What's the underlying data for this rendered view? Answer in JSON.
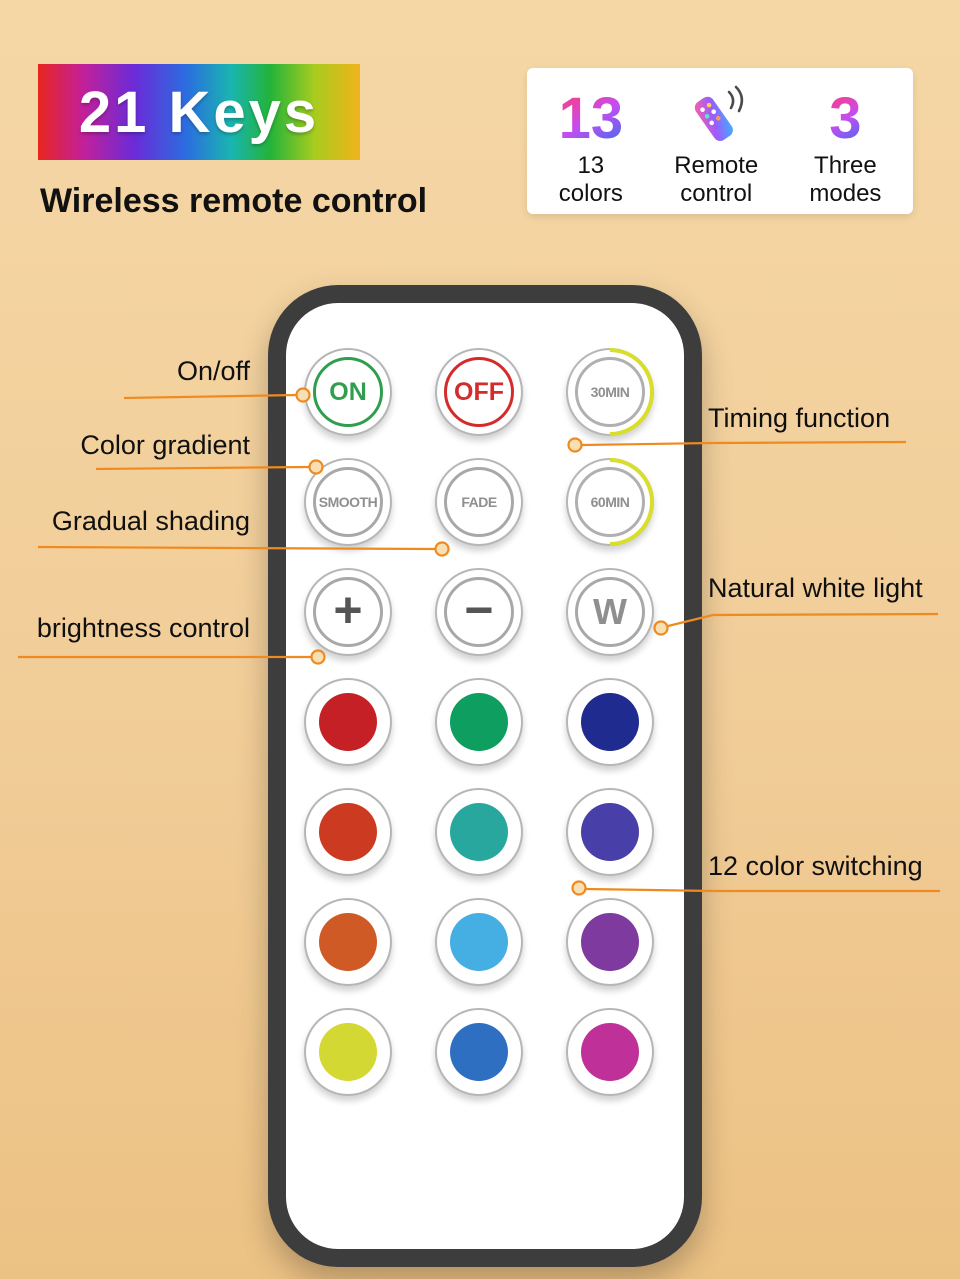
{
  "colors": {
    "background": "#f1cd98",
    "banner_gradient": [
      "#e8251f",
      "#c3209a",
      "#6a2bd8",
      "#2b6de0",
      "#19b5b0",
      "#23b33a",
      "#a8cc1e",
      "#f0b31a"
    ],
    "number_gradient": [
      "#ff3b7a",
      "#c44df0",
      "#3f6df0"
    ],
    "connector": "#ee8a1f",
    "remote_frame": "#3d3d3d",
    "remote_face": "#ffffff",
    "timer_accent": "#d8de2b"
  },
  "header": {
    "title": "21 Keys",
    "subtitle": "Wireless remote control"
  },
  "features": {
    "items": [
      {
        "glyph": "13",
        "line1": "13",
        "line2": "colors"
      },
      {
        "icon": "remote-control-icon",
        "line1": "Remote",
        "line2": "control"
      },
      {
        "glyph": "3",
        "line1": "Three",
        "line2": "modes"
      }
    ]
  },
  "annotations": {
    "on_off": "On/off",
    "color_gradient": "Color gradient",
    "gradual_shading": "Gradual shading",
    "brightness": "brightness control",
    "timing": "Timing function",
    "natural_white": "Natural white light",
    "color_switching": "12 color switching"
  },
  "remote": {
    "buttons": [
      {
        "name": "on",
        "type": "function",
        "label": "ON",
        "ring": "#2f9e4f",
        "text_color": "#2f9e4f"
      },
      {
        "name": "off",
        "type": "function",
        "label": "OFF",
        "ring": "#d42b2b",
        "text_color": "#d42b2b"
      },
      {
        "name": "30min",
        "type": "function",
        "label": "30MIN",
        "ring": "#b0b0b0",
        "text_color": "#8f8f8f",
        "accent": "#d8de2b"
      },
      {
        "name": "smooth",
        "type": "function",
        "label": "SMOOTH",
        "ring": "#a8a8a8",
        "text_color": "#8f8f8f"
      },
      {
        "name": "fade",
        "type": "function",
        "label": "FADE",
        "ring": "#a8a8a8",
        "text_color": "#8f8f8f"
      },
      {
        "name": "60min",
        "type": "function",
        "label": "60MIN",
        "ring": "#b0b0b0",
        "text_color": "#8f8f8f",
        "accent": "#d8de2b"
      },
      {
        "name": "brightness-up",
        "type": "function",
        "label": "+",
        "ring": "#a8a8a8",
        "text_color": "#555555"
      },
      {
        "name": "brightness-down",
        "type": "function",
        "label": "−",
        "ring": "#a8a8a8",
        "text_color": "#555555"
      },
      {
        "name": "white",
        "type": "function",
        "label": "W",
        "ring": "#a8a8a8",
        "text_color": "#8f8f8f"
      },
      {
        "name": "color-red",
        "type": "color",
        "fill": "#c52025"
      },
      {
        "name": "color-green",
        "type": "color",
        "fill": "#0e9e5f"
      },
      {
        "name": "color-dark-blue",
        "type": "color",
        "fill": "#1f2b8f"
      },
      {
        "name": "color-orange-red",
        "type": "color",
        "fill": "#cd3a22"
      },
      {
        "name": "color-teal",
        "type": "color",
        "fill": "#28a79e"
      },
      {
        "name": "color-indigo",
        "type": "color",
        "fill": "#4840a8"
      },
      {
        "name": "color-orange",
        "type": "color",
        "fill": "#d05a25"
      },
      {
        "name": "color-sky-blue",
        "type": "color",
        "fill": "#45aee3"
      },
      {
        "name": "color-purple",
        "type": "color",
        "fill": "#7e3a9e"
      },
      {
        "name": "color-yellow-green",
        "type": "color",
        "fill": "#d4d832"
      },
      {
        "name": "color-blue",
        "type": "color",
        "fill": "#2e6fc2"
      },
      {
        "name": "color-magenta",
        "type": "color",
        "fill": "#c03099"
      }
    ]
  }
}
